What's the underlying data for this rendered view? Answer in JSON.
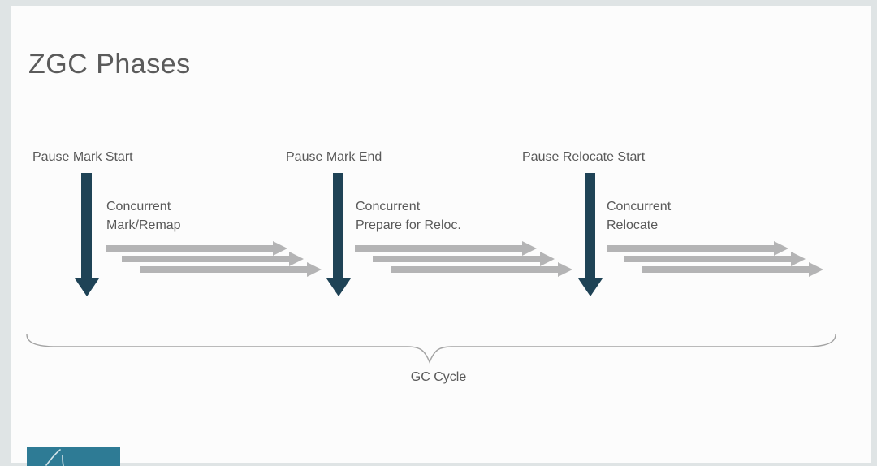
{
  "slide": {
    "title": "ZGC Phases",
    "footer_label": "GC Cycle"
  },
  "diagram": {
    "phases": [
      {
        "pause_label": "Pause Mark Start",
        "concurrent_line1": "Concurrent",
        "concurrent_line2": "Mark/Remap"
      },
      {
        "pause_label": "Pause Mark End",
        "concurrent_line1": "Concurrent",
        "concurrent_line2": "Prepare for Reloc."
      },
      {
        "pause_label": "Pause Relocate Start",
        "concurrent_line1": "Concurrent",
        "concurrent_line2": "Relocate"
      }
    ],
    "colors": {
      "pause_arrow": "#1f4356",
      "concurrent_arrow": "#b4b4b5",
      "brace": "#a3a3a3",
      "text": "#595959",
      "slide_background": "#fcfcfc",
      "outer_background": "#dfe4e5",
      "logo_teal": "#2e7b95"
    }
  }
}
